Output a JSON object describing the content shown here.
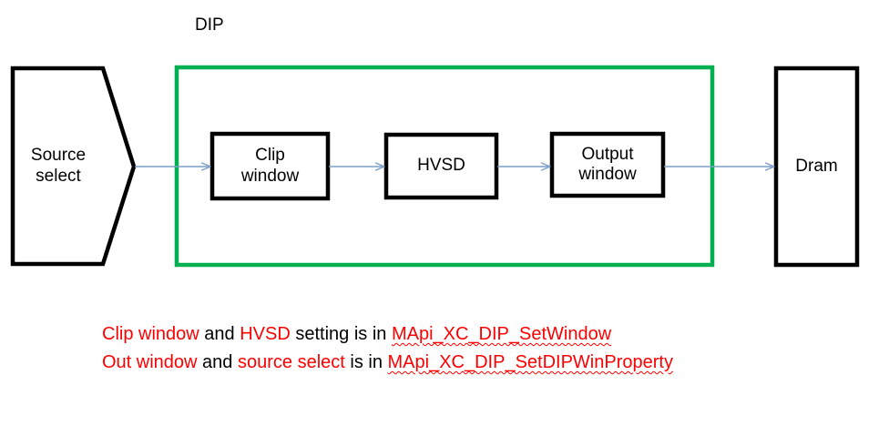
{
  "diagram": {
    "title": "DIP pipeline block diagram",
    "group": {
      "label": "DIP",
      "border_color": "#00B050"
    },
    "colors": {
      "node_stroke": "#000000",
      "node_fill": "#FFFFFF",
      "group_border": "#00B050",
      "arrow": "#7C9EC8",
      "text": "#000000",
      "highlight": "#FF0000",
      "background": "#FFFFFF"
    },
    "nodes": [
      {
        "id": "source-select",
        "shape": "pentagon-arrow",
        "label": "Source\nselect"
      },
      {
        "id": "clip-window",
        "shape": "rectangle",
        "label": "Clip\nwindow"
      },
      {
        "id": "hvsd",
        "shape": "rectangle",
        "label": "HVSD"
      },
      {
        "id": "output-window",
        "shape": "rectangle",
        "label": "Output\nwindow"
      },
      {
        "id": "dram",
        "shape": "rectangle",
        "label": "Dram"
      }
    ],
    "edges": [
      {
        "from": "source-select",
        "to": "clip-window"
      },
      {
        "from": "clip-window",
        "to": "hvsd"
      },
      {
        "from": "hvsd",
        "to": "output-window"
      },
      {
        "from": "output-window",
        "to": "dram"
      }
    ]
  },
  "caption": {
    "lines": [
      {
        "id": "caption-line-1",
        "segments": [
          {
            "text": "Clip window",
            "style": "red"
          },
          {
            "text": " and ",
            "style": "black"
          },
          {
            "text": "HVSD",
            "style": "red"
          },
          {
            "text": " setting is in ",
            "style": "black"
          },
          {
            "text": "MApi_XC_DIP_SetWindow",
            "style": "api"
          }
        ]
      },
      {
        "id": "caption-line-2",
        "segments": [
          {
            "text": "Out window",
            "style": "red"
          },
          {
            "text": " and ",
            "style": "black"
          },
          {
            "text": "source select",
            "style": "red"
          },
          {
            "text": " is in ",
            "style": "black"
          },
          {
            "text": "MApi_XC_DIP_SetDIPWinProperty",
            "style": "api"
          }
        ]
      }
    ]
  },
  "labels": {
    "group_title": "DIP",
    "source_select": "Source\nselect",
    "clip_window": "Clip\nwindow",
    "hvsd": "HVSD",
    "output_window": "Output\nwindow",
    "dram": "Dram"
  }
}
